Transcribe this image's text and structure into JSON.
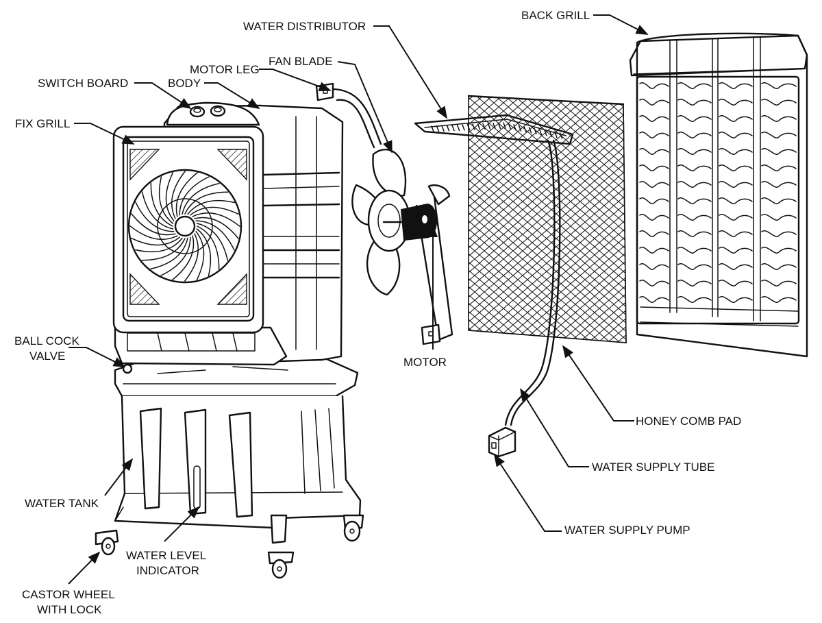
{
  "diagram": {
    "labels": {
      "water_distributor": "WATER DISTRIBUTOR",
      "back_grill": "BACK GRILL",
      "fan_blade": "FAN BLADE",
      "motor_leg": "MOTOR LEG",
      "switch_board": "SWITCH BOARD",
      "body": "BODY",
      "fix_grill": "FIX GRILL",
      "ball_cock_valve_1": "BALL COCK",
      "ball_cock_valve_2": "VALVE",
      "motor": "MOTOR",
      "honey_comb_pad": "HONEY COMB PAD",
      "water_supply_tube": "WATER SUPPLY TUBE",
      "water_tank": "WATER TANK",
      "water_supply_pump": "WATER SUPPLY PUMP",
      "water_level_indicator_1": "WATER LEVEL",
      "water_level_indicator_2": "INDICATOR",
      "castor_wheel_1": "CASTOR WHEEL",
      "castor_wheel_2": "WITH LOCK"
    },
    "colors": {
      "line": "#111111",
      "background": "#ffffff",
      "motor_fill": "#111111"
    }
  }
}
